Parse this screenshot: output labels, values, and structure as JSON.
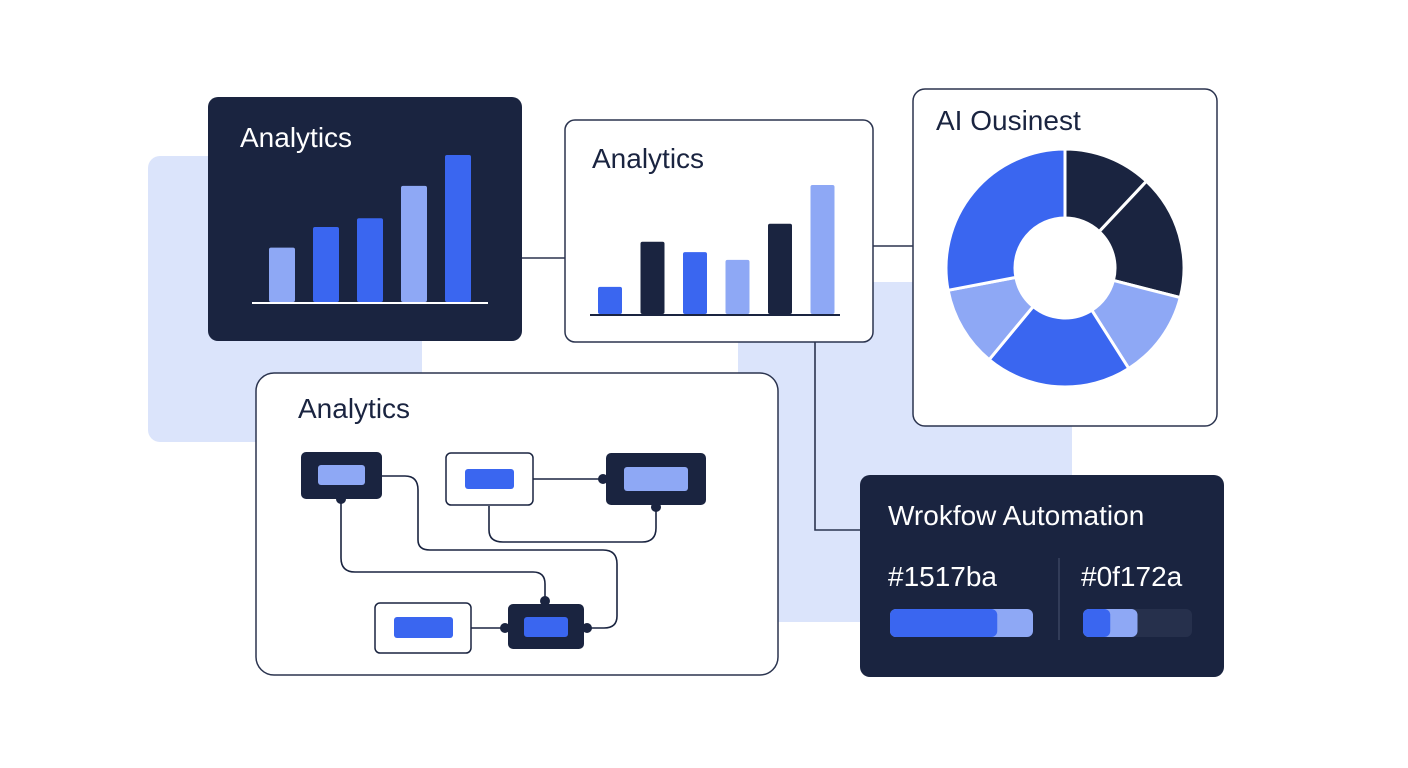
{
  "colors": {
    "navy": "#1a2440",
    "blue": "#3a66f0",
    "light_blue": "#8ea8f5",
    "pale_blue": "#dbe4fb",
    "outline": "#2b344f",
    "white": "#ffffff"
  },
  "panels": {
    "analytics_dark": {
      "title": "Analytics"
    },
    "analytics_light": {
      "title": "Analytics"
    },
    "donut": {
      "title": "AI Ousinest"
    },
    "flow": {
      "title": "Analytics"
    },
    "workflow": {
      "title": "Wrokfow Automation",
      "hex_left": "#1517ba",
      "hex_right": "#0f172a",
      "progress_left": 0.75,
      "progress_right_segments": [
        0.25,
        0.25
      ]
    }
  },
  "chart_data": [
    {
      "type": "bar",
      "title": "Analytics",
      "values": [
        0.37,
        0.51,
        0.57,
        0.79,
        1.0
      ],
      "colors": [
        "light",
        "blue",
        "blue",
        "light",
        "blue"
      ]
    },
    {
      "type": "bar",
      "title": "Analytics",
      "values": [
        0.21,
        0.56,
        0.48,
        0.42,
        0.7,
        1.0
      ],
      "colors": [
        "blue",
        "navy",
        "blue",
        "light",
        "navy",
        "light"
      ]
    },
    {
      "type": "pie",
      "title": "AI Ousinest",
      "slices": [
        {
          "value": 0.12,
          "color": "navy"
        },
        {
          "value": 0.17,
          "color": "navy"
        },
        {
          "value": 0.12,
          "color": "light"
        },
        {
          "value": 0.2,
          "color": "blue"
        },
        {
          "value": 0.11,
          "color": "light"
        },
        {
          "value": 0.28,
          "color": "blue"
        }
      ]
    }
  ]
}
